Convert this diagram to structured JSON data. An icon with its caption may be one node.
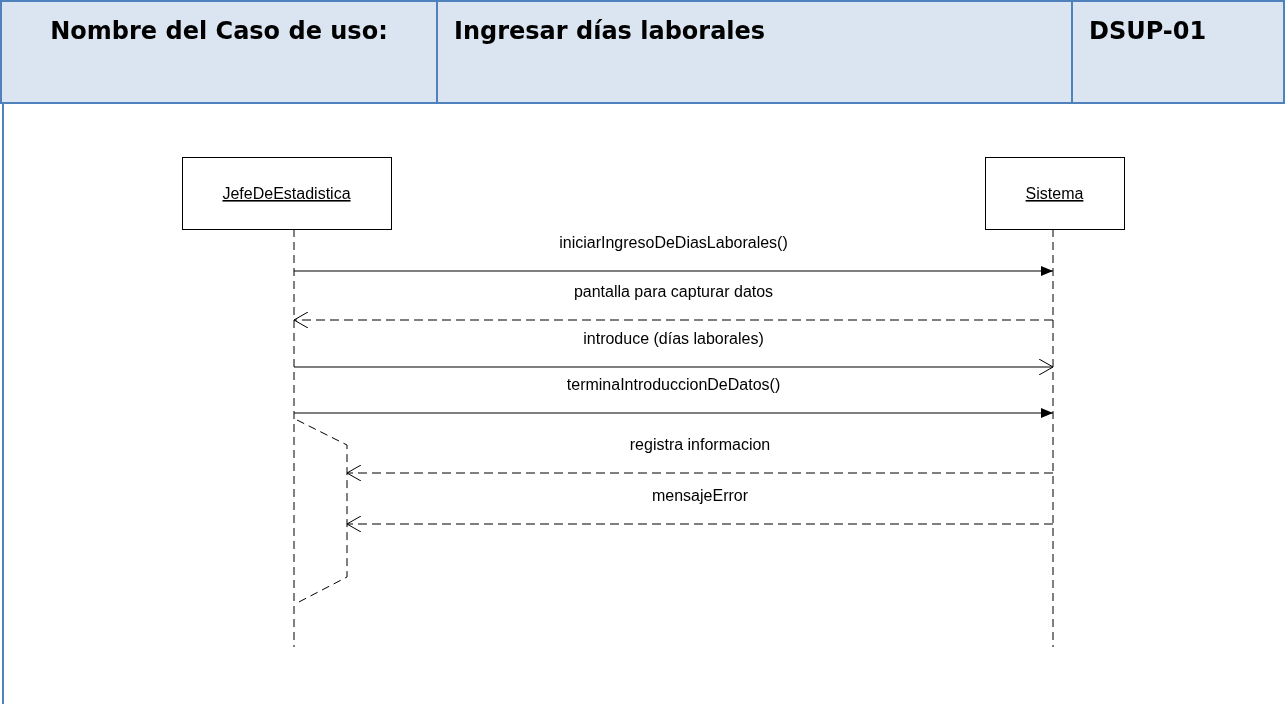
{
  "diagram": {
    "nodes": [
      {
        "text": [
          "JefeDeEstadistica"
        ]
      },
      {
        "text": [
          "Sistema"
        ]
      }
    ],
    "edges": [
      {
        "from": 0,
        "to": 1,
        "arrow": "to",
        "label": "iniciarIngresoDeDiasLaborales()"
      },
      {
        "from": 1,
        "to": 0,
        "arrow": "to",
        "label": "pantalla para capturar datos",
        "style": "dashed"
      },
      {
        "from": 0,
        "to": 1,
        "arrow": "to",
        "label": "introduce (días laborales)"
      },
      {
        "from": 0,
        "to": 1,
        "arrow": "to",
        "label": "terminaIntroduccionDeDatos()"
      },
      {
        "from": 1,
        "to": 0,
        "arrow": "to",
        "label": "registra informacion",
        "style": "dashed"
      },
      {
        "from": 1,
        "to": 0,
        "arrow": "to",
        "label": "mensajeError",
        "style": "dashed"
      }
    ],
    "labels": [
      "Nombre del Caso de uso:",
      "Ingresar días laborales",
      "DSUP-01"
    ]
  }
}
